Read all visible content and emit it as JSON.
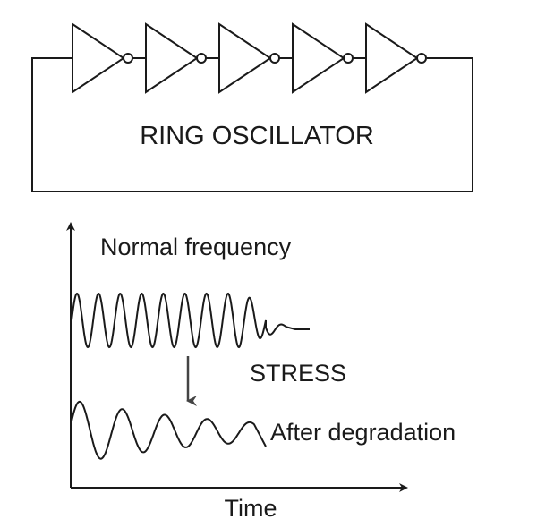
{
  "circuit": {
    "title": "RING OSCILLATOR",
    "inverter_count": 5,
    "stroke_color": "#1a1a1a"
  },
  "plot": {
    "normal_label": "Normal frequency",
    "stress_label": "STRESS",
    "degraded_label": "After degradation",
    "x_axis_label": "Time",
    "normal_cycles": 9,
    "degraded_cycles": 4
  }
}
